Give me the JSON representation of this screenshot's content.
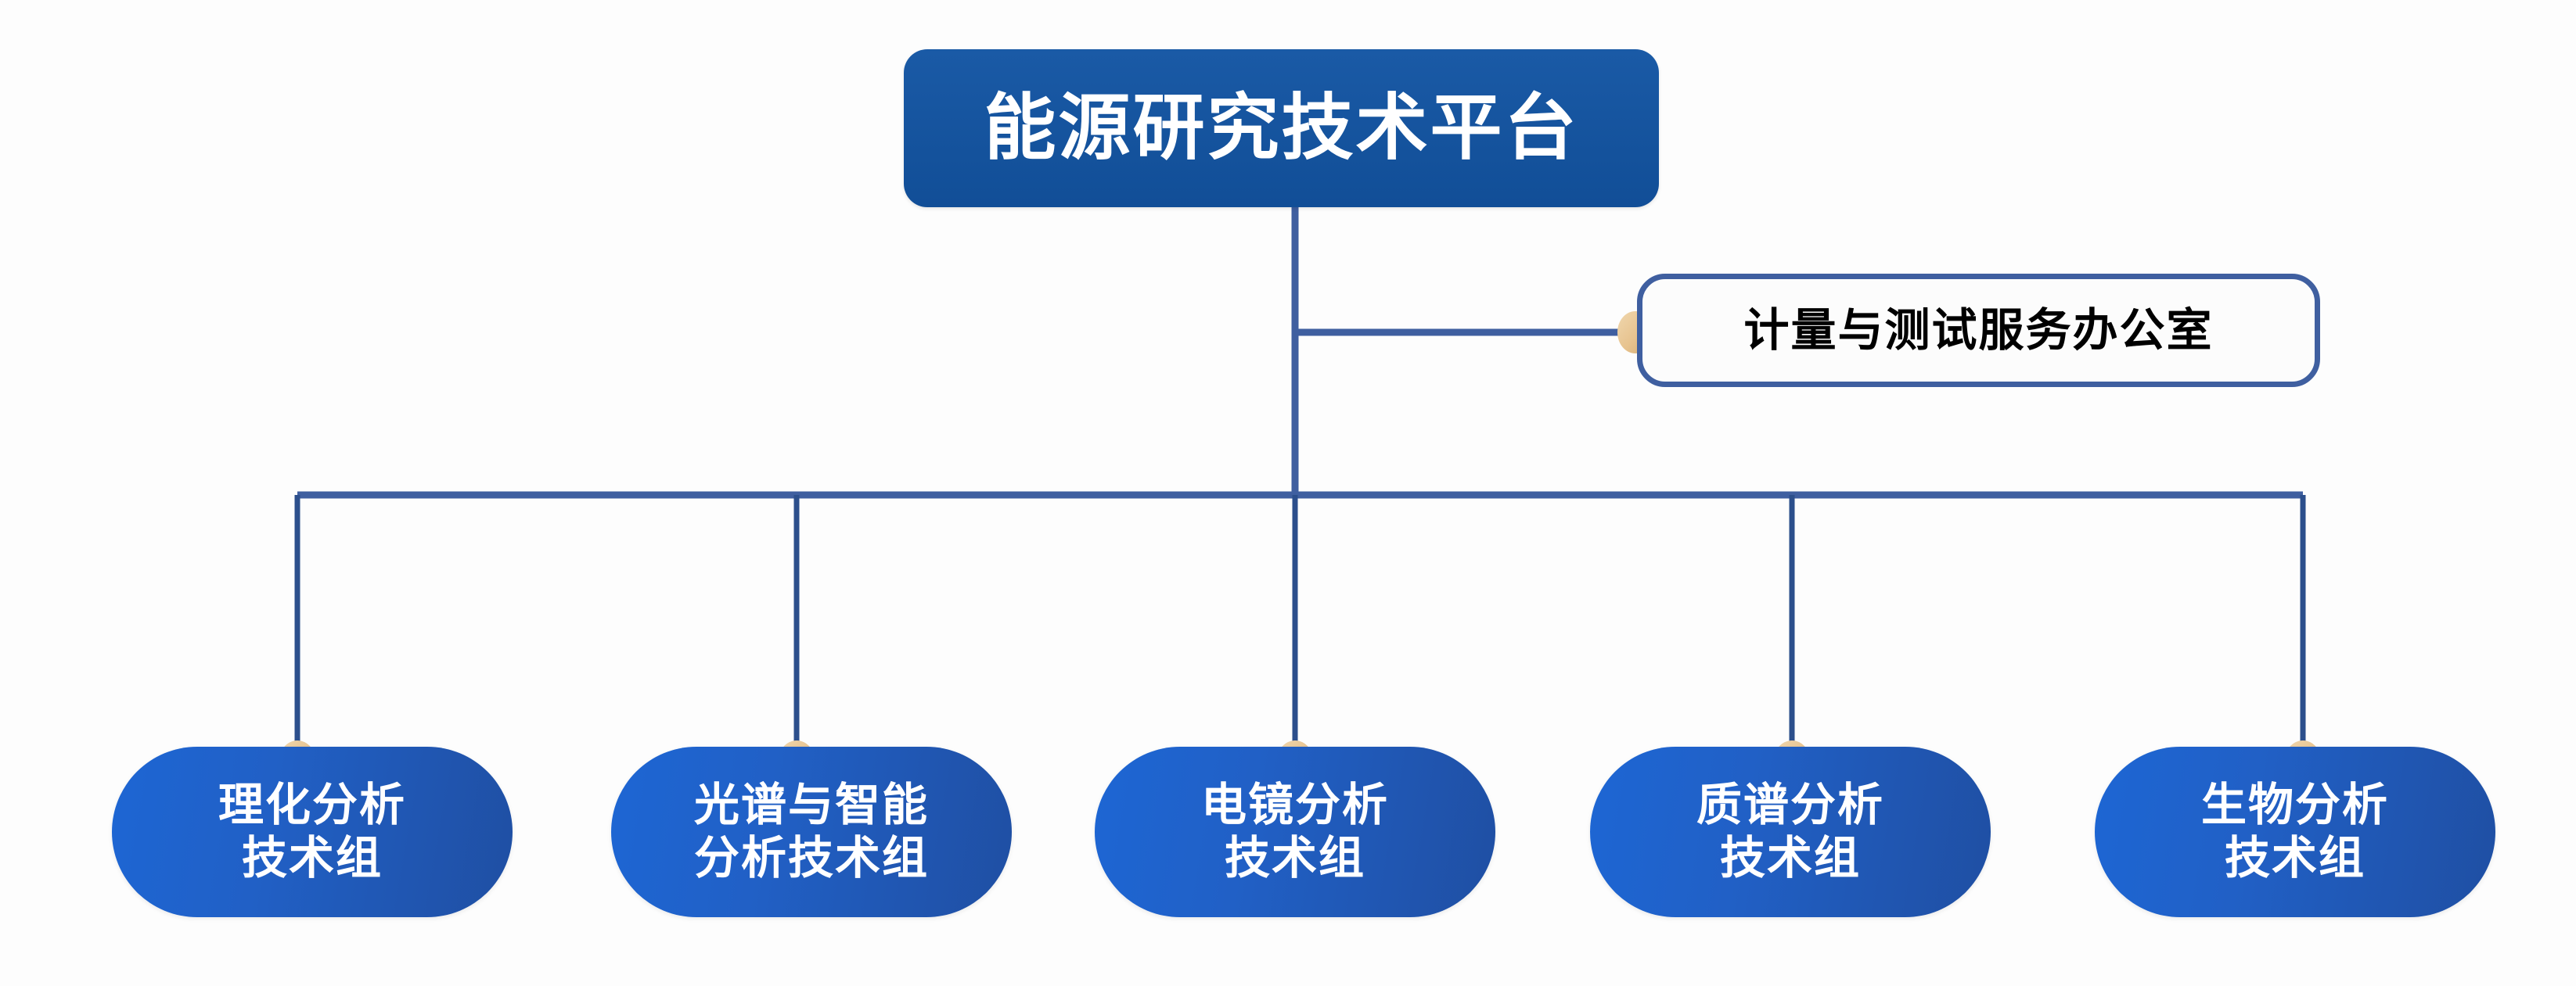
{
  "root": {
    "label": "能源研究技术平台"
  },
  "office": {
    "label": "计量与测试服务办公室"
  },
  "groups": [
    {
      "line1": "理化分析",
      "line2": "技术组"
    },
    {
      "line1": "光谱与智能",
      "line2": "分析技术组"
    },
    {
      "line1": "电镜分析",
      "line2": "技术组"
    },
    {
      "line1": "质谱分析",
      "line2": "技术组"
    },
    {
      "line1": "生物分析",
      "line2": "技术组"
    }
  ],
  "colors": {
    "root_blue": "#114e97",
    "pill_blue_light": "#1d66d4",
    "pill_blue_dark": "#1f4fa3",
    "connector_blue": "#3f5fa0",
    "connector_dot": "#e7c38f",
    "office_border": "#3f5fa0",
    "office_text": "#000000",
    "node_text": "#ffffff",
    "background": "#fdfdfd"
  }
}
